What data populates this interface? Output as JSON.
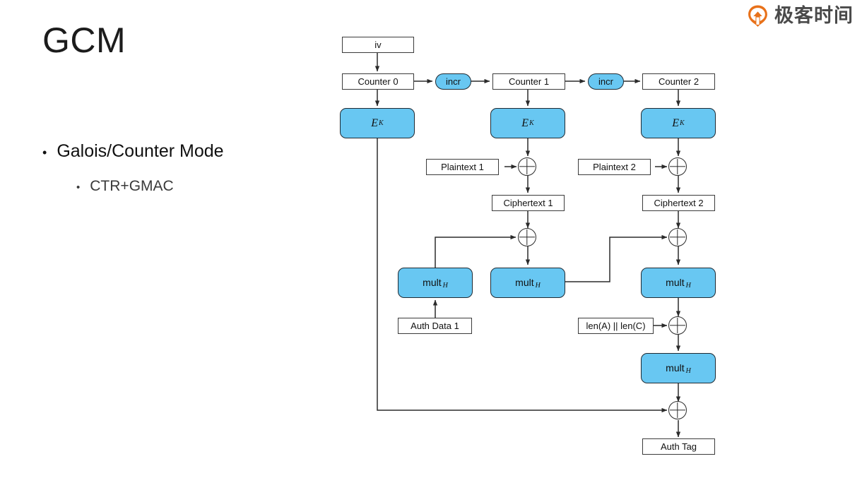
{
  "brand": {
    "logo_icon": "geektime-pin-icon",
    "name": "极客时间",
    "accent_color": "#E8711A"
  },
  "slide": {
    "title": "GCM",
    "bullets": [
      {
        "level": 1,
        "marker": "•",
        "text": "Galois/Counter Mode"
      },
      {
        "level": 2,
        "marker": "•",
        "text": "CTR+GMAC"
      }
    ]
  },
  "diagram": {
    "name": "gcm-block-diagram",
    "colors": {
      "block_fill": "#68C7F2",
      "stroke": "#3b3b3b",
      "page": "#ffffff"
    },
    "nodes": {
      "iv": "iv",
      "counter0": "Counter 0",
      "counter1": "Counter 1",
      "counter2": "Counter 2",
      "incr1": "incr",
      "incr2": "incr",
      "ek0": "E",
      "ek0_sub": "K",
      "ek1": "E",
      "ek1_sub": "K",
      "ek2": "E",
      "ek2_sub": "K",
      "plaintext1": "Plaintext 1",
      "plaintext2": "Plaintext 2",
      "ciphertext1": "Ciphertext 1",
      "ciphertext2": "Ciphertext 2",
      "mult_left": "mult",
      "mult_left_sub": "H",
      "mult_mid": "mult",
      "mult_mid_sub": "H",
      "mult_right": "mult",
      "mult_right_sub": "H",
      "mult_final": "mult",
      "mult_final_sub": "H",
      "authdata1": "Auth Data 1",
      "lenalenc": "len(A) || len(C)",
      "authtag": "Auth Tag"
    },
    "operators": {
      "xor1": "xor-plaintext1",
      "xor2": "xor-plaintext2",
      "xor3": "xor-ciphertext1",
      "xor4": "xor-ciphertext2",
      "xor5": "xor-length-block",
      "xor6": "xor-auth-tag"
    }
  }
}
